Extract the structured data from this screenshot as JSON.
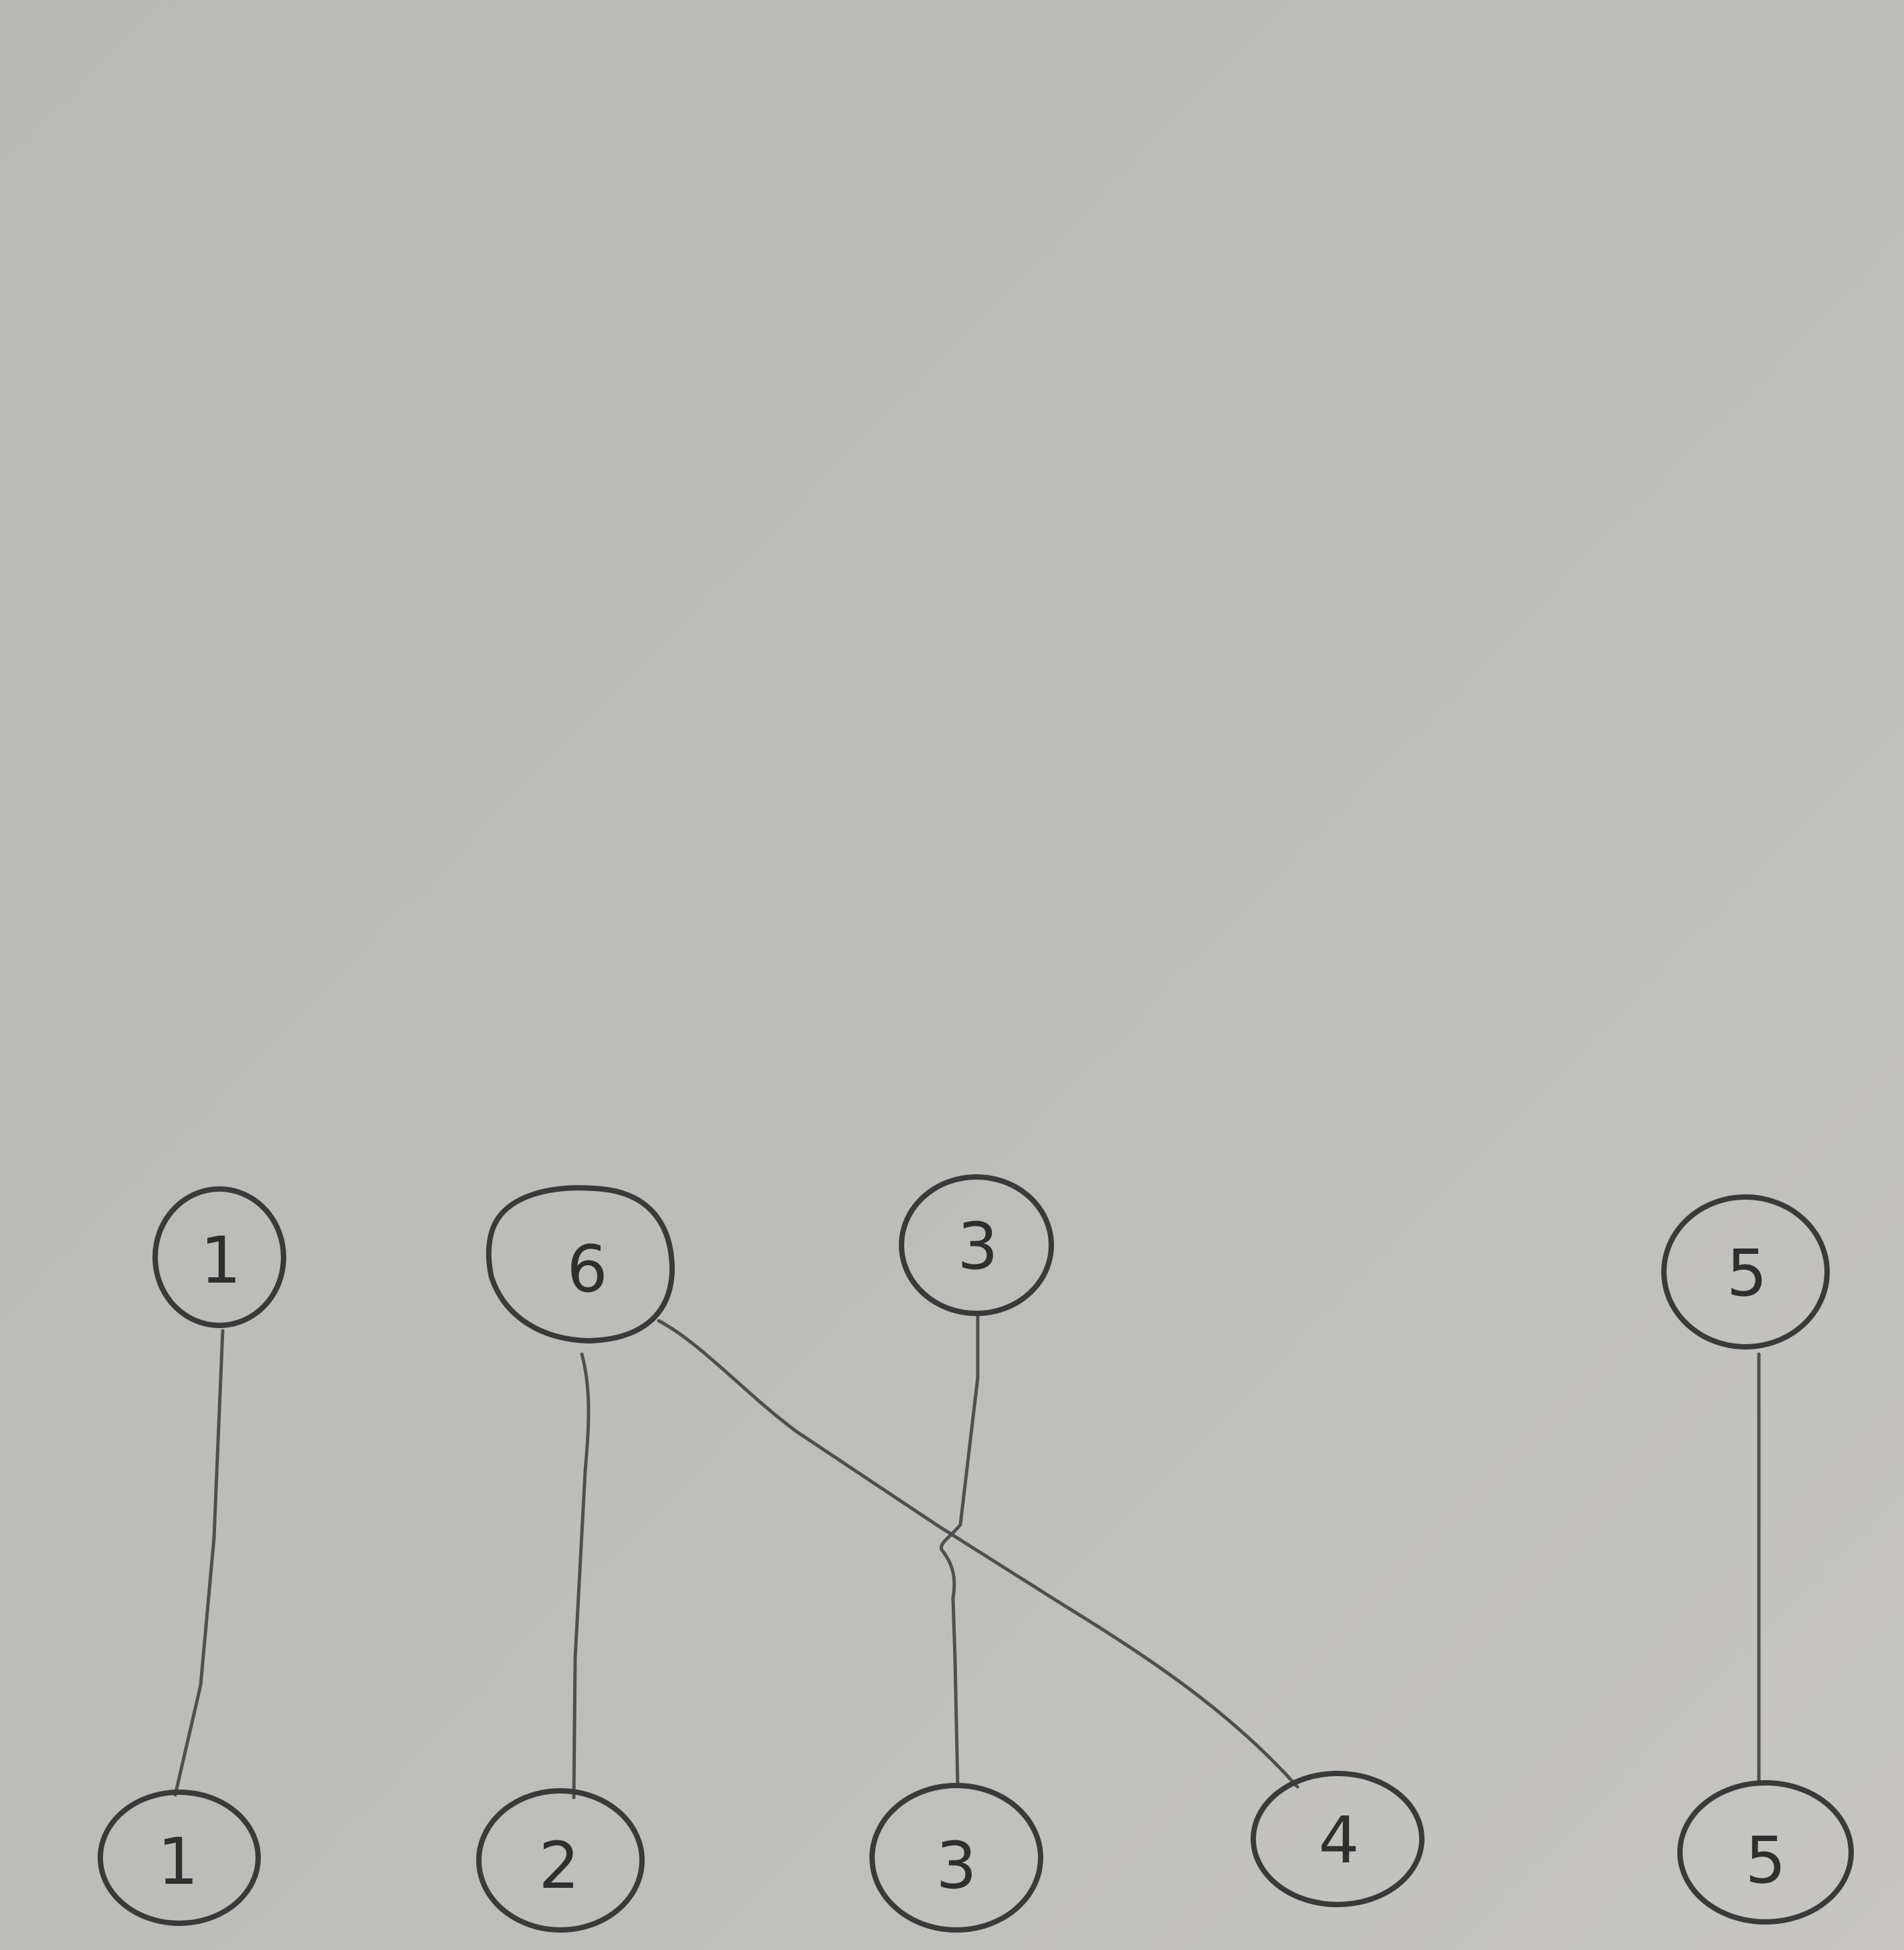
{
  "diagram": {
    "top_nodes": [
      {
        "id": "t1",
        "label": "1"
      },
      {
        "id": "t2",
        "label": "6"
      },
      {
        "id": "t3",
        "label": "3"
      },
      {
        "id": "t4",
        "label": "5"
      }
    ],
    "bottom_nodes": [
      {
        "id": "b1",
        "label": "1"
      },
      {
        "id": "b2",
        "label": "2"
      },
      {
        "id": "b3",
        "label": "3"
      },
      {
        "id": "b4",
        "label": "4"
      },
      {
        "id": "b5",
        "label": "5"
      }
    ],
    "edges": [
      {
        "from": "t1",
        "to": "b1"
      },
      {
        "from": "t2",
        "to": "b2"
      },
      {
        "from": "t2",
        "to": "b4"
      },
      {
        "from": "t3",
        "to": "b3"
      },
      {
        "from": "t4",
        "to": "b5"
      }
    ]
  }
}
